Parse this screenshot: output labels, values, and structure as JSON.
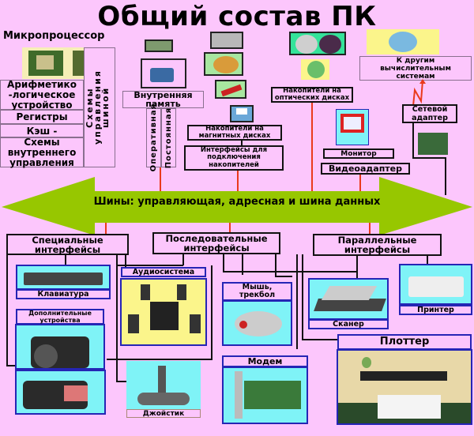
{
  "title": "Общий состав ПК",
  "microprocessor": {
    "label": "Микропроцессор",
    "parts": [
      "Арифметико -логическое устройство",
      "Регистры",
      "Кэш -",
      "Схемы внутреннего управления"
    ],
    "bus_control": "Схемы управления шиной"
  },
  "memory": {
    "internal": "Внутренняя память",
    "ram": "Оперативная",
    "rom": "Постоянная"
  },
  "storage": {
    "magnetic": "Накопители на магнитных дисках",
    "interfaces": "Интерфейсы для подключения накопителей",
    "optical": "Накопители на оптических дисках"
  },
  "display": {
    "monitor": "Монитор",
    "video_adapter": "Видеоадаптер"
  },
  "network": {
    "other_systems": "К другим вычислительным системам",
    "adapter": "Сетевой адаптер"
  },
  "bus": {
    "label": "Шины: управляющая, адресная и шина данных",
    "color": "#97c700"
  },
  "interfaces": {
    "special": "Специальные интерфейсы",
    "serial": "Последовательные интерфейсы",
    "parallel": "Параллельные интерфейсы"
  },
  "devices": {
    "keyboard": "Клавиатура",
    "audio": "Аудиосистема",
    "extra": "Дополнительные устройства",
    "joystick": "Джойстик",
    "mouse": "Мышь, трекбол",
    "modem": "Модем",
    "scanner": "Сканер",
    "printer": "Принтер",
    "plotter": "Плоттер"
  },
  "colors": {
    "background": "#fcc6fc",
    "line_red": "#ea3a1c",
    "frame_blue": "#2525b5",
    "picture_cyan": "#7ff3f7",
    "picture_yellow": "#fbf58b"
  }
}
